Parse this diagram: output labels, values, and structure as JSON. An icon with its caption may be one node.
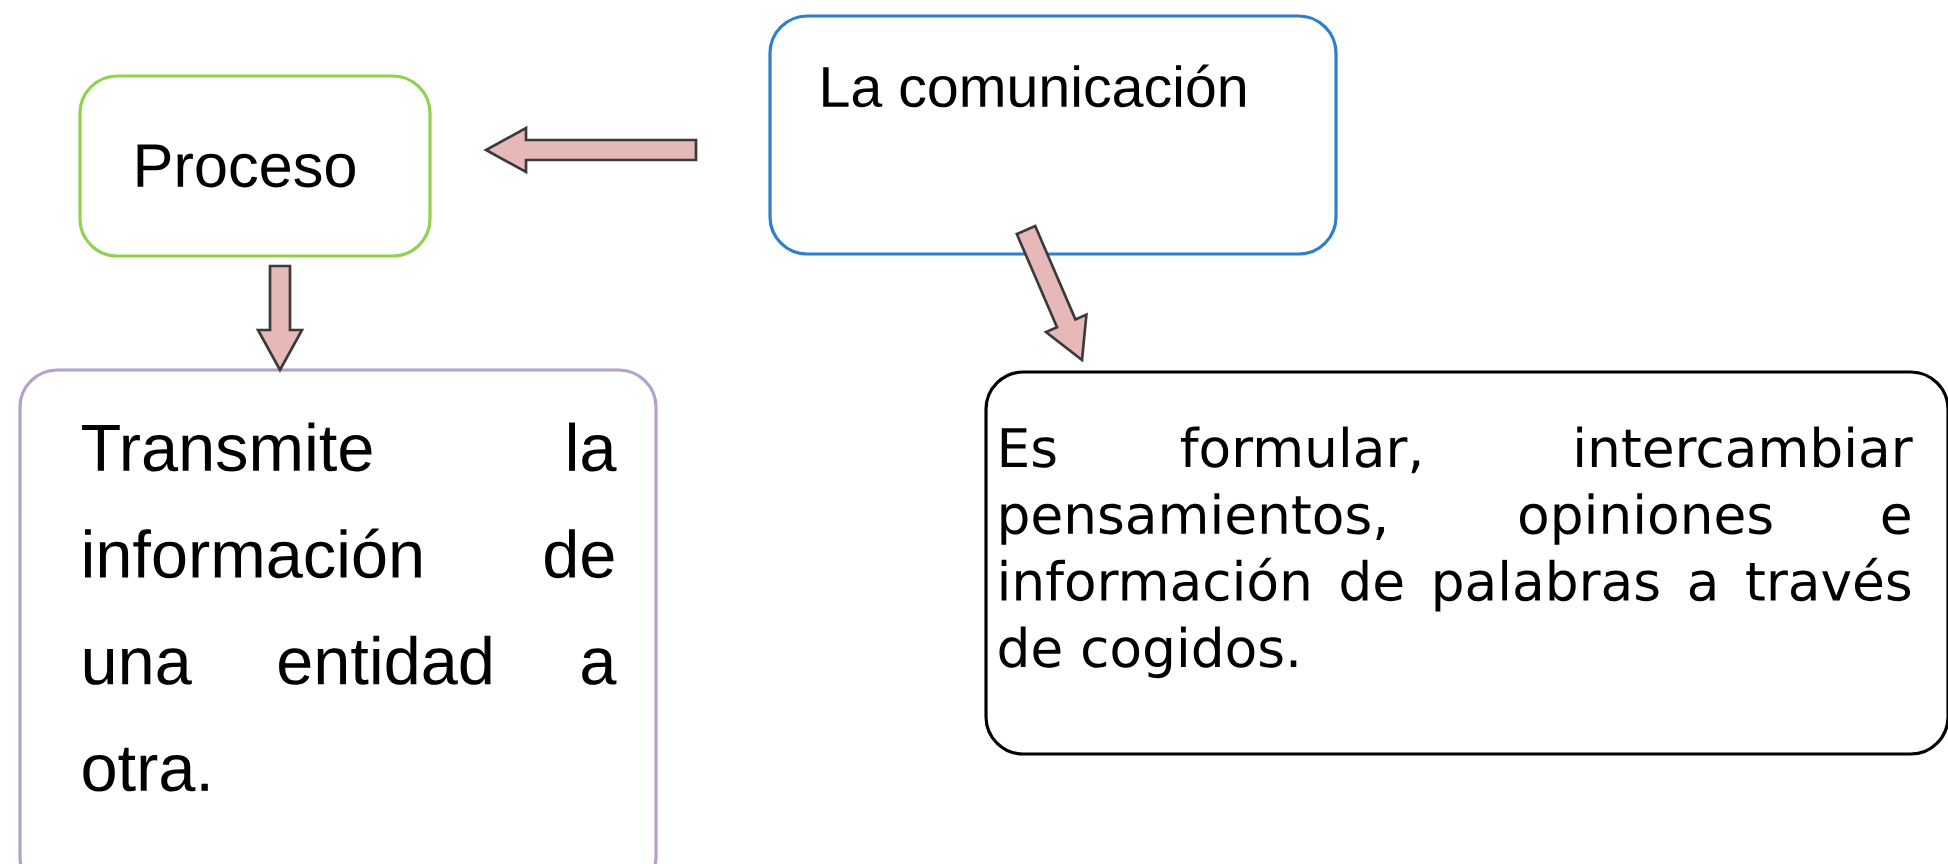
{
  "diagram": {
    "nodes": [
      {
        "text": [
          "La comunicación"
        ]
      },
      {
        "text": [
          "Proceso"
        ]
      },
      {
        "text": [
          "Transmite la información de una entidad a otra."
        ]
      },
      {
        "text": [
          "Es formular, intercambiar pensamientos, opiniones e información de palabras a través de cogidos."
        ]
      }
    ],
    "edges": [
      {
        "from": 0,
        "to": 1,
        "arrow": "to"
      },
      {
        "from": 1,
        "to": 2,
        "arrow": "to"
      },
      {
        "from": 0,
        "to": 3,
        "arrow": "to"
      }
    ]
  }
}
